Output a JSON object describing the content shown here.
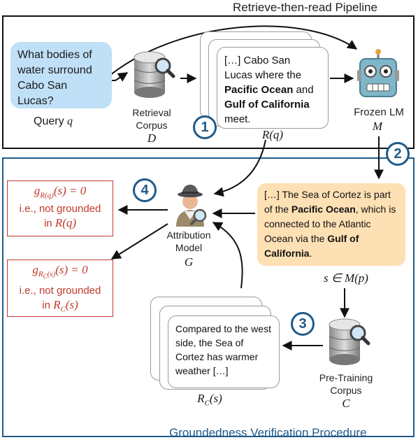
{
  "titles": {
    "pipeline": "Retrieve-then-read Pipeline",
    "procedure": "Groundedness Verification Procedure"
  },
  "query": {
    "text": "What bodies of water surround Cabo San Lucas?",
    "label": "Query",
    "symbol": "q"
  },
  "retrieval_corpus": {
    "label_line1": "Retrieval",
    "label_line2": "Corpus",
    "symbol": "D"
  },
  "retrieved_doc": {
    "text_pre": "[…] Cabo San Lucas where the ",
    "bold1": "Pacific Ocean",
    "text_mid": " and ",
    "bold2": "Gulf of California",
    "text_post": " meet.",
    "symbol": "R(q)"
  },
  "frozen_lm": {
    "label": "Frozen LM",
    "symbol": "M"
  },
  "steps": [
    "1",
    "2",
    "3",
    "4"
  ],
  "generated": {
    "text_pre": "[…] The Sea of Cortez is part of the ",
    "bold1": "Pacific Ocean",
    "text_mid": ", which is connected to the Atlantic Ocean via the ",
    "bold2": "Gulf of California",
    "text_post": ".",
    "symbol": "s ∈ M(p)"
  },
  "attribution_model": {
    "label_line1": "Attribution",
    "label_line2": "Model",
    "symbol": "G"
  },
  "pretraining_corpus": {
    "label_line1": "Pre-Training",
    "label_line2": "Corpus",
    "symbol": "C"
  },
  "pretraining_doc": {
    "text": "Compared to the west side, the Sea of Cortez has warmer weather […]",
    "symbol": "R_C(s)"
  },
  "verdicts": [
    {
      "formula": "g_R(q)(s) = 0",
      "line2": "i.e., not grounded",
      "line3_pre": "in ",
      "line3_sym": "R(q)"
    },
    {
      "formula": "g_R_C(s)(s) = 0",
      "line2": "i.e., not grounded",
      "line3_pre": "in ",
      "line3_sym": "R_C(s)"
    }
  ],
  "colors": {
    "query_bg": "#bfe0f7",
    "generated_bg": "#fde0b4",
    "accent_blue": "#1f5a8a",
    "verdict_red": "#c0392b"
  }
}
